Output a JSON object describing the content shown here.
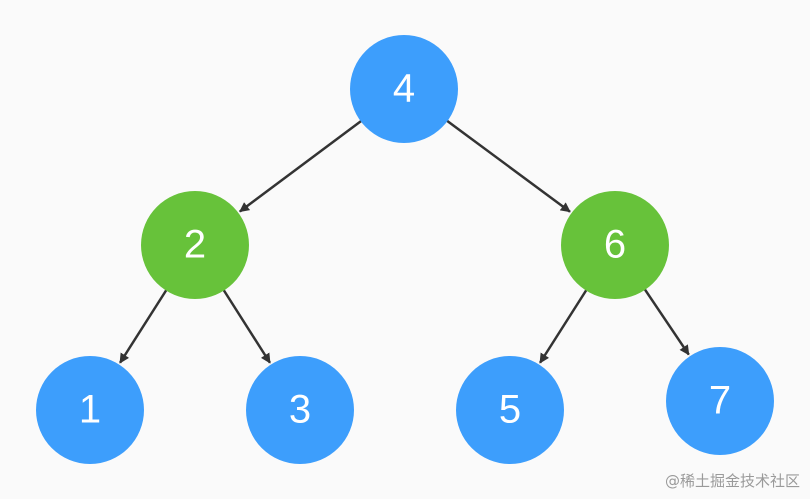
{
  "colors": {
    "background": "#fafafa",
    "node_blue": "#3d9efc",
    "node_green": "#67c23a",
    "edge": "#333333",
    "label": "#ffffff"
  },
  "nodes": [
    {
      "id": "n4",
      "label": "4",
      "color": "blue"
    },
    {
      "id": "n2",
      "label": "2",
      "color": "green"
    },
    {
      "id": "n6",
      "label": "6",
      "color": "green"
    },
    {
      "id": "n1",
      "label": "1",
      "color": "blue"
    },
    {
      "id": "n3",
      "label": "3",
      "color": "blue"
    },
    {
      "id": "n5",
      "label": "5",
      "color": "blue"
    },
    {
      "id": "n7",
      "label": "7",
      "color": "blue"
    }
  ],
  "edges": [
    {
      "from": "n4",
      "to": "n2"
    },
    {
      "from": "n4",
      "to": "n6"
    },
    {
      "from": "n2",
      "to": "n1"
    },
    {
      "from": "n2",
      "to": "n3"
    },
    {
      "from": "n6",
      "to": "n5"
    },
    {
      "from": "n6",
      "to": "n7"
    }
  ],
  "watermark": "@稀土掘金技术社区"
}
